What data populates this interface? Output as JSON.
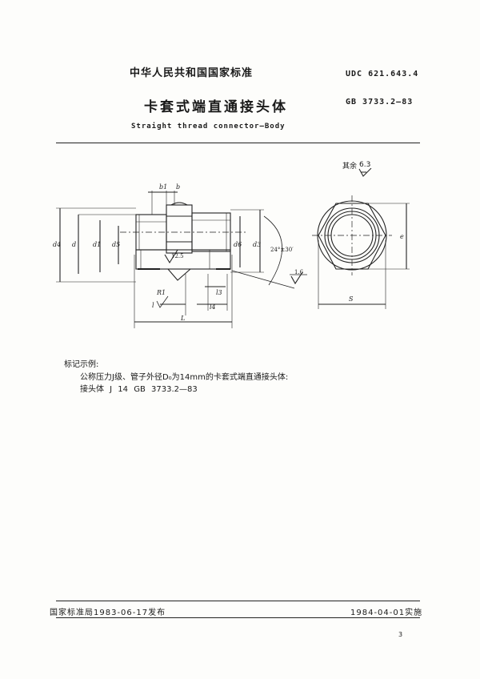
{
  "header": {
    "org": "中华人民共和国国家标准",
    "udc": "UDC  621.643.4",
    "title": "卡套式端直通接头体",
    "gb": "GB  3733.2—83",
    "subtitle": "Straight  thread  connector—Body"
  },
  "drawing": {
    "surface_note": "其余",
    "surface_value": "6.3",
    "labels": {
      "b1": "b1",
      "b": "b",
      "d4": "d4",
      "d": "d",
      "d1": "d1",
      "d5": "d5",
      "d6": "d6",
      "d3": "d3",
      "angle": "24°±30′",
      "roughness_a": "12.5",
      "roughness_b": "1.6",
      "R1": "R1",
      "l": "l",
      "l3": "l3",
      "l4": "l4",
      "L": "L",
      "e": "e",
      "s": "S"
    }
  },
  "example": {
    "heading": "标记示例:",
    "line1": "公称压力J级、管子外径D₀为14mm的卡套式端直通接头体:",
    "line2": "接头体  J 14  GB 3733.2—83"
  },
  "footer": {
    "issued": "国家标准局1983-06-17发布",
    "effective": "1984-04-01实施",
    "page": "3"
  }
}
